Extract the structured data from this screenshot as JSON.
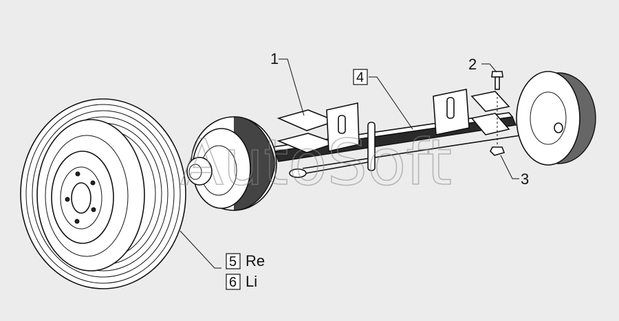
{
  "callouts": {
    "c1": "1",
    "c2": "2",
    "c3": "3",
    "c4": "4",
    "c5_num": "5",
    "c5_text": "Re",
    "c6_num": "6",
    "c6_text": "Li"
  },
  "watermark": "AutoSoft"
}
